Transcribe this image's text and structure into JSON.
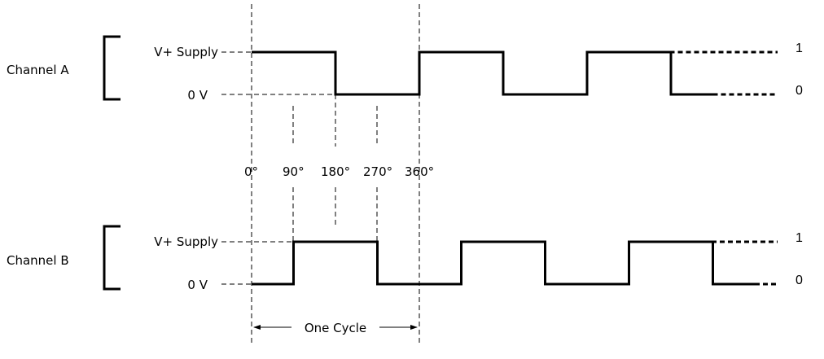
{
  "channels": [
    {
      "name": "Channel A",
      "high_label": "V+ Supply",
      "low_label": "0 V",
      "bits": [
        1,
        1,
        0,
        0,
        1,
        1,
        0,
        0,
        1,
        1,
        0
      ],
      "continues": true
    },
    {
      "name": "Channel B",
      "high_label": "V+ Supply",
      "low_label": "0 V",
      "bits": [
        0,
        1,
        1,
        0,
        0,
        1,
        1,
        0,
        0,
        1,
        1,
        0
      ],
      "continues": true
    }
  ],
  "phase_labels": [
    "0°",
    "90°",
    "180°",
    "270°",
    "360°"
  ],
  "logic_labels": {
    "high": "1",
    "low": "0"
  },
  "cycle_label": "One Cycle"
}
